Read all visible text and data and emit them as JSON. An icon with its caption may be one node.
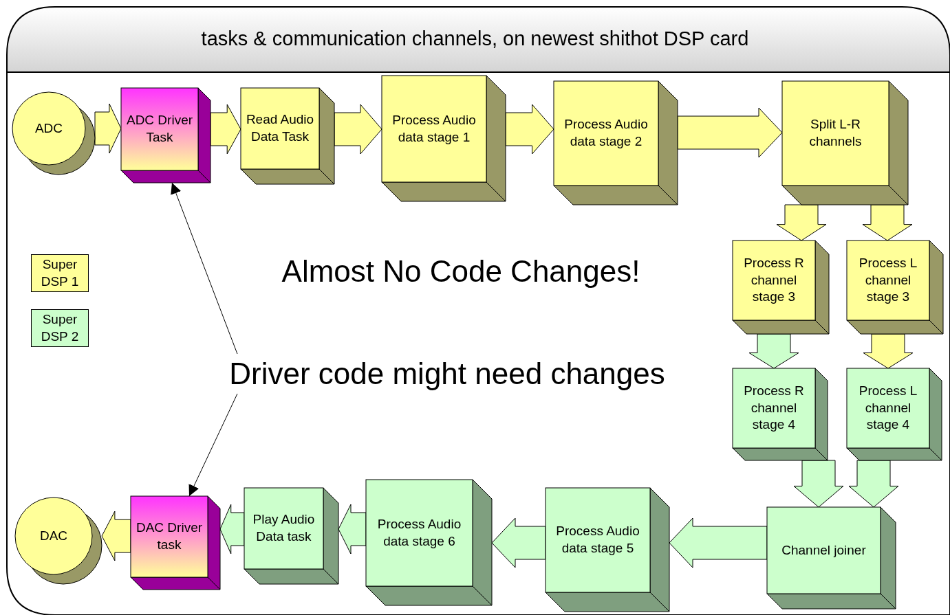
{
  "diagram": {
    "title": "tasks & communication channels, on newest shithot DSP card",
    "nodes": [
      {
        "text": [
          "ADC"
        ]
      },
      {
        "text": [
          "ADC Driver Task"
        ]
      },
      {
        "text": [
          "Read Audio Data Task"
        ]
      },
      {
        "text": [
          "Process Audio data stage 1"
        ]
      },
      {
        "text": [
          "Process Audio data stage 2"
        ]
      },
      {
        "text": [
          "Split L-R channels"
        ]
      },
      {
        "text": [
          "Process R channel stage 3"
        ]
      },
      {
        "text": [
          "Process L channel stage 3"
        ]
      },
      {
        "text": [
          "Process R channel stage 4"
        ]
      },
      {
        "text": [
          "Process L channel stage 4"
        ]
      },
      {
        "text": [
          "Channel joiner"
        ]
      },
      {
        "text": [
          "Process Audio data stage 5"
        ]
      },
      {
        "text": [
          "Process Audio data stage 6"
        ]
      },
      {
        "text": [
          "Play Audio Data task"
        ]
      },
      {
        "text": [
          "DAC Driver task"
        ]
      },
      {
        "text": [
          "DAC"
        ]
      },
      {
        "text": [
          "Driver code might need changes"
        ]
      }
    ],
    "edges": [
      {
        "from": 0,
        "to": 1,
        "arrow": "to",
        "style": "thick"
      },
      {
        "from": 1,
        "to": 2,
        "arrow": "to",
        "style": "thick"
      },
      {
        "from": 2,
        "to": 3,
        "arrow": "to",
        "style": "thick"
      },
      {
        "from": 3,
        "to": 4,
        "arrow": "to",
        "style": "thick"
      },
      {
        "from": 4,
        "to": 5,
        "arrow": "to",
        "style": "thick"
      },
      {
        "from": 5,
        "to": 6,
        "arrow": "to",
        "style": "thick"
      },
      {
        "from": 5,
        "to": 7,
        "arrow": "to",
        "style": "thick"
      },
      {
        "from": 6,
        "to": 8,
        "arrow": "to",
        "style": "thick",
        "color": "#ccffcc"
      },
      {
        "from": 7,
        "to": 9,
        "arrow": "to",
        "style": "thick"
      },
      {
        "from": 8,
        "to": 10,
        "arrow": "to",
        "style": "thick",
        "color": "#ccffcc"
      },
      {
        "from": 9,
        "to": 10,
        "arrow": "to",
        "style": "thick",
        "color": "#ccffcc"
      },
      {
        "from": 10,
        "to": 11,
        "arrow": "to",
        "style": "thick",
        "color": "#ccffcc"
      },
      {
        "from": 11,
        "to": 12,
        "arrow": "to",
        "style": "thick",
        "color": "#ccffcc"
      },
      {
        "from": 12,
        "to": 13,
        "arrow": "to",
        "style": "thick",
        "color": "#ccffcc"
      },
      {
        "from": 13,
        "to": 14,
        "arrow": "to",
        "style": "thick",
        "color": "#ccffcc"
      },
      {
        "from": 14,
        "to": 15,
        "arrow": "to",
        "style": "thick"
      },
      {
        "from": 16,
        "to": 1,
        "arrow": "to"
      },
      {
        "from": 16,
        "to": 14,
        "arrow": "to"
      }
    ],
    "labels": [
      "Almost No Code Changes!"
    ],
    "legend": [
      {
        "text": "Super DSP 1",
        "color": "#ffff99"
      },
      {
        "text": "Super DSP 2",
        "color": "#ccffcc"
      }
    ]
  }
}
